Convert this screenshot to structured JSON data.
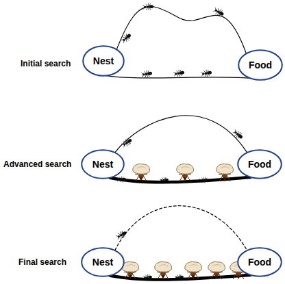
{
  "diagram": {
    "nodes": [
      {
        "text": [
          "Nest"
        ]
      },
      {
        "text": [
          "Food"
        ]
      },
      {
        "text": [
          "Nest"
        ]
      },
      {
        "text": [
          "Food"
        ]
      },
      {
        "text": [
          "Nest"
        ]
      },
      {
        "text": [
          "Food"
        ]
      }
    ],
    "edges": [
      {
        "from": 0,
        "to": 1,
        "arrow": "none"
      },
      {
        "from": 0,
        "to": 1,
        "arrow": "none"
      },
      {
        "from": 2,
        "to": 3,
        "arrow": "none"
      },
      {
        "from": 2,
        "to": 3,
        "arrow": "none"
      },
      {
        "from": 4,
        "to": 5,
        "arrow": "none"
      },
      {
        "from": 4,
        "to": 5,
        "arrow": "none"
      }
    ],
    "labels": [
      "Initial search",
      "Advanced search",
      "Final search"
    ]
  }
}
